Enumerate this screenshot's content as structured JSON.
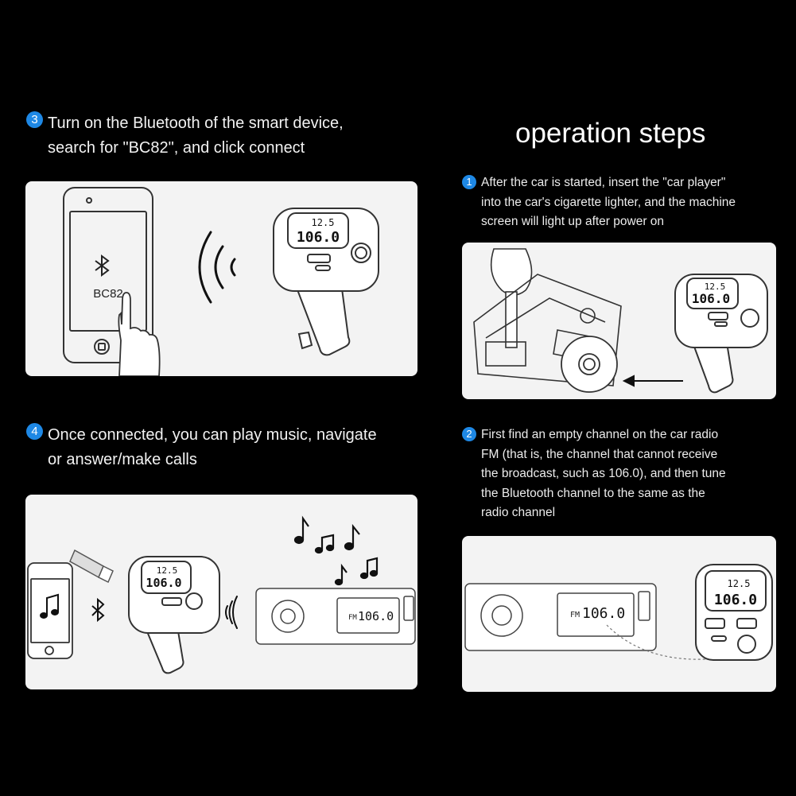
{
  "title": "operation steps",
  "steps": [
    {
      "num": "1",
      "lines": [
        "After the car is started, insert the \"car player\"",
        "into the car's cigarette lighter, and the machine",
        "screen will light up after power on"
      ]
    },
    {
      "num": "2",
      "lines": [
        "First find an empty channel on the car radio",
        "FM (that is, the channel that cannot receive",
        "the broadcast, such as 106.0), and then tune",
        "the Bluetooth channel to the same as the",
        "radio channel"
      ]
    },
    {
      "num": "3",
      "lines": [
        "Turn on the Bluetooth of the smart device,",
        "search for \"BC82\", and click connect"
      ]
    },
    {
      "num": "4",
      "lines": [
        "Once connected, you can play music, navigate",
        "or answer/make calls"
      ]
    }
  ],
  "device": {
    "top_display": "12.5",
    "main_display": "106.0"
  },
  "phone": {
    "device_name": "BC82"
  },
  "radio": {
    "band": "FM",
    "frequency": "106.0"
  },
  "colors": {
    "background": "#000000",
    "panel": "#f3f3f3",
    "badge": "#1e88e5"
  },
  "icons": [
    "bluetooth-icon",
    "music-note-icon",
    "radio-waves-icon",
    "finger-tap-icon"
  ]
}
